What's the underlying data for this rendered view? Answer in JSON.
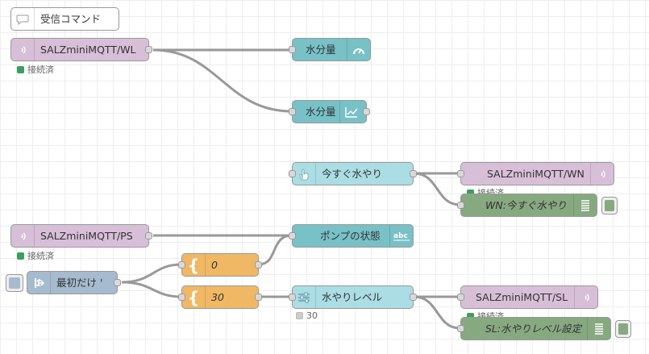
{
  "comment": {
    "label": "受信コマンド"
  },
  "nodes": {
    "mqtt_wl": {
      "label": "SALZminiMQTT/WL",
      "status": "接続済"
    },
    "gauge_water": {
      "label": "水分量"
    },
    "chart_water": {
      "label": "水分量"
    },
    "button_water_now": {
      "label": "今すぐ水やり"
    },
    "mqtt_out_wn": {
      "label": "SALZminiMQTT/WN",
      "status": "接続済"
    },
    "debug_wn": {
      "label": "WN:今すぐ水やり"
    },
    "mqtt_ps": {
      "label": "SALZminiMQTT/PS",
      "status": "接続済"
    },
    "text_pump": {
      "label": "ポンプの状態"
    },
    "inject_once": {
      "label": "最初だけ ' "
    },
    "template_0": {
      "label": "0"
    },
    "template_30": {
      "label": "30"
    },
    "slider_level": {
      "label": "水やりレベル",
      "status": "30"
    },
    "mqtt_out_sl": {
      "label": "SALZminiMQTT/SL",
      "status": "接続済"
    },
    "debug_sl": {
      "label": "SL:水やりレベル設定"
    }
  },
  "colors": {
    "mqtt": "#d8bfd8",
    "dashboard": "#77c1c7",
    "dashboard_input": "#abdde4",
    "template": "#f0b865",
    "inject": "#a6bbcf",
    "debug": "#87a980",
    "status_connected": "#3a9f5e",
    "wire": "#999999"
  },
  "icons": {
    "mqtt": "wifi-signal-icon",
    "gauge": "gauge-icon",
    "chart": "line-chart-icon",
    "button": "hand-pointer-icon",
    "text": "abc-text-icon",
    "inject": "arrow-inject-icon",
    "template": "curly-brace-icon",
    "slider": "slider-icon",
    "debug": "list-lines-icon"
  }
}
